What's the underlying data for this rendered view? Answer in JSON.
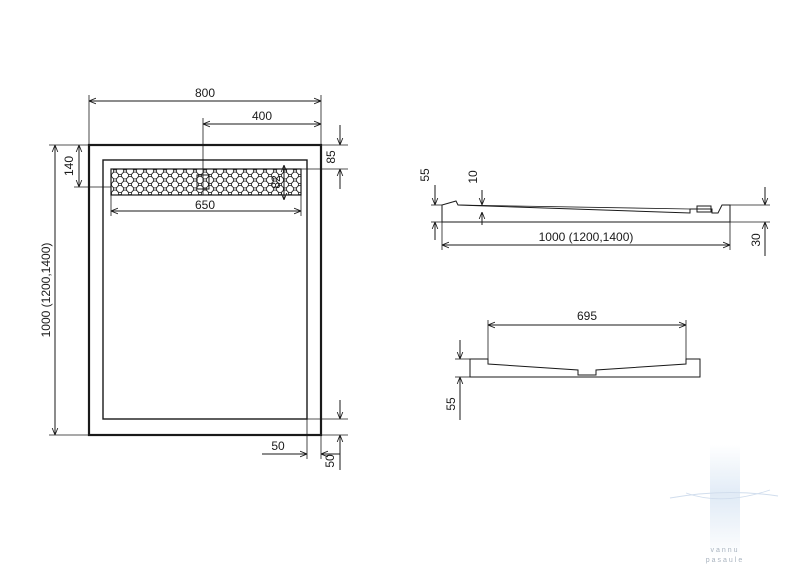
{
  "plan_view": {
    "width_total": "800",
    "drain_offset": "400",
    "length_total": "1000 (1200,1400)",
    "grate_length": "650",
    "grate_depth": "140",
    "top_rim": "85",
    "grate_width": "82",
    "side_rim": "50",
    "bottom_rim": "50"
  },
  "side_view": {
    "height_total": "55",
    "drain_height": "10",
    "length_total": "1000 (1200,1400)",
    "foot_height": "30"
  },
  "section_view": {
    "inner_width": "695",
    "height_total": "55"
  },
  "watermark": {
    "line1": "vannu",
    "line2": "pasaule"
  },
  "colors": {
    "line": "#1a1a1a",
    "watermark": "#c9d8ea"
  }
}
